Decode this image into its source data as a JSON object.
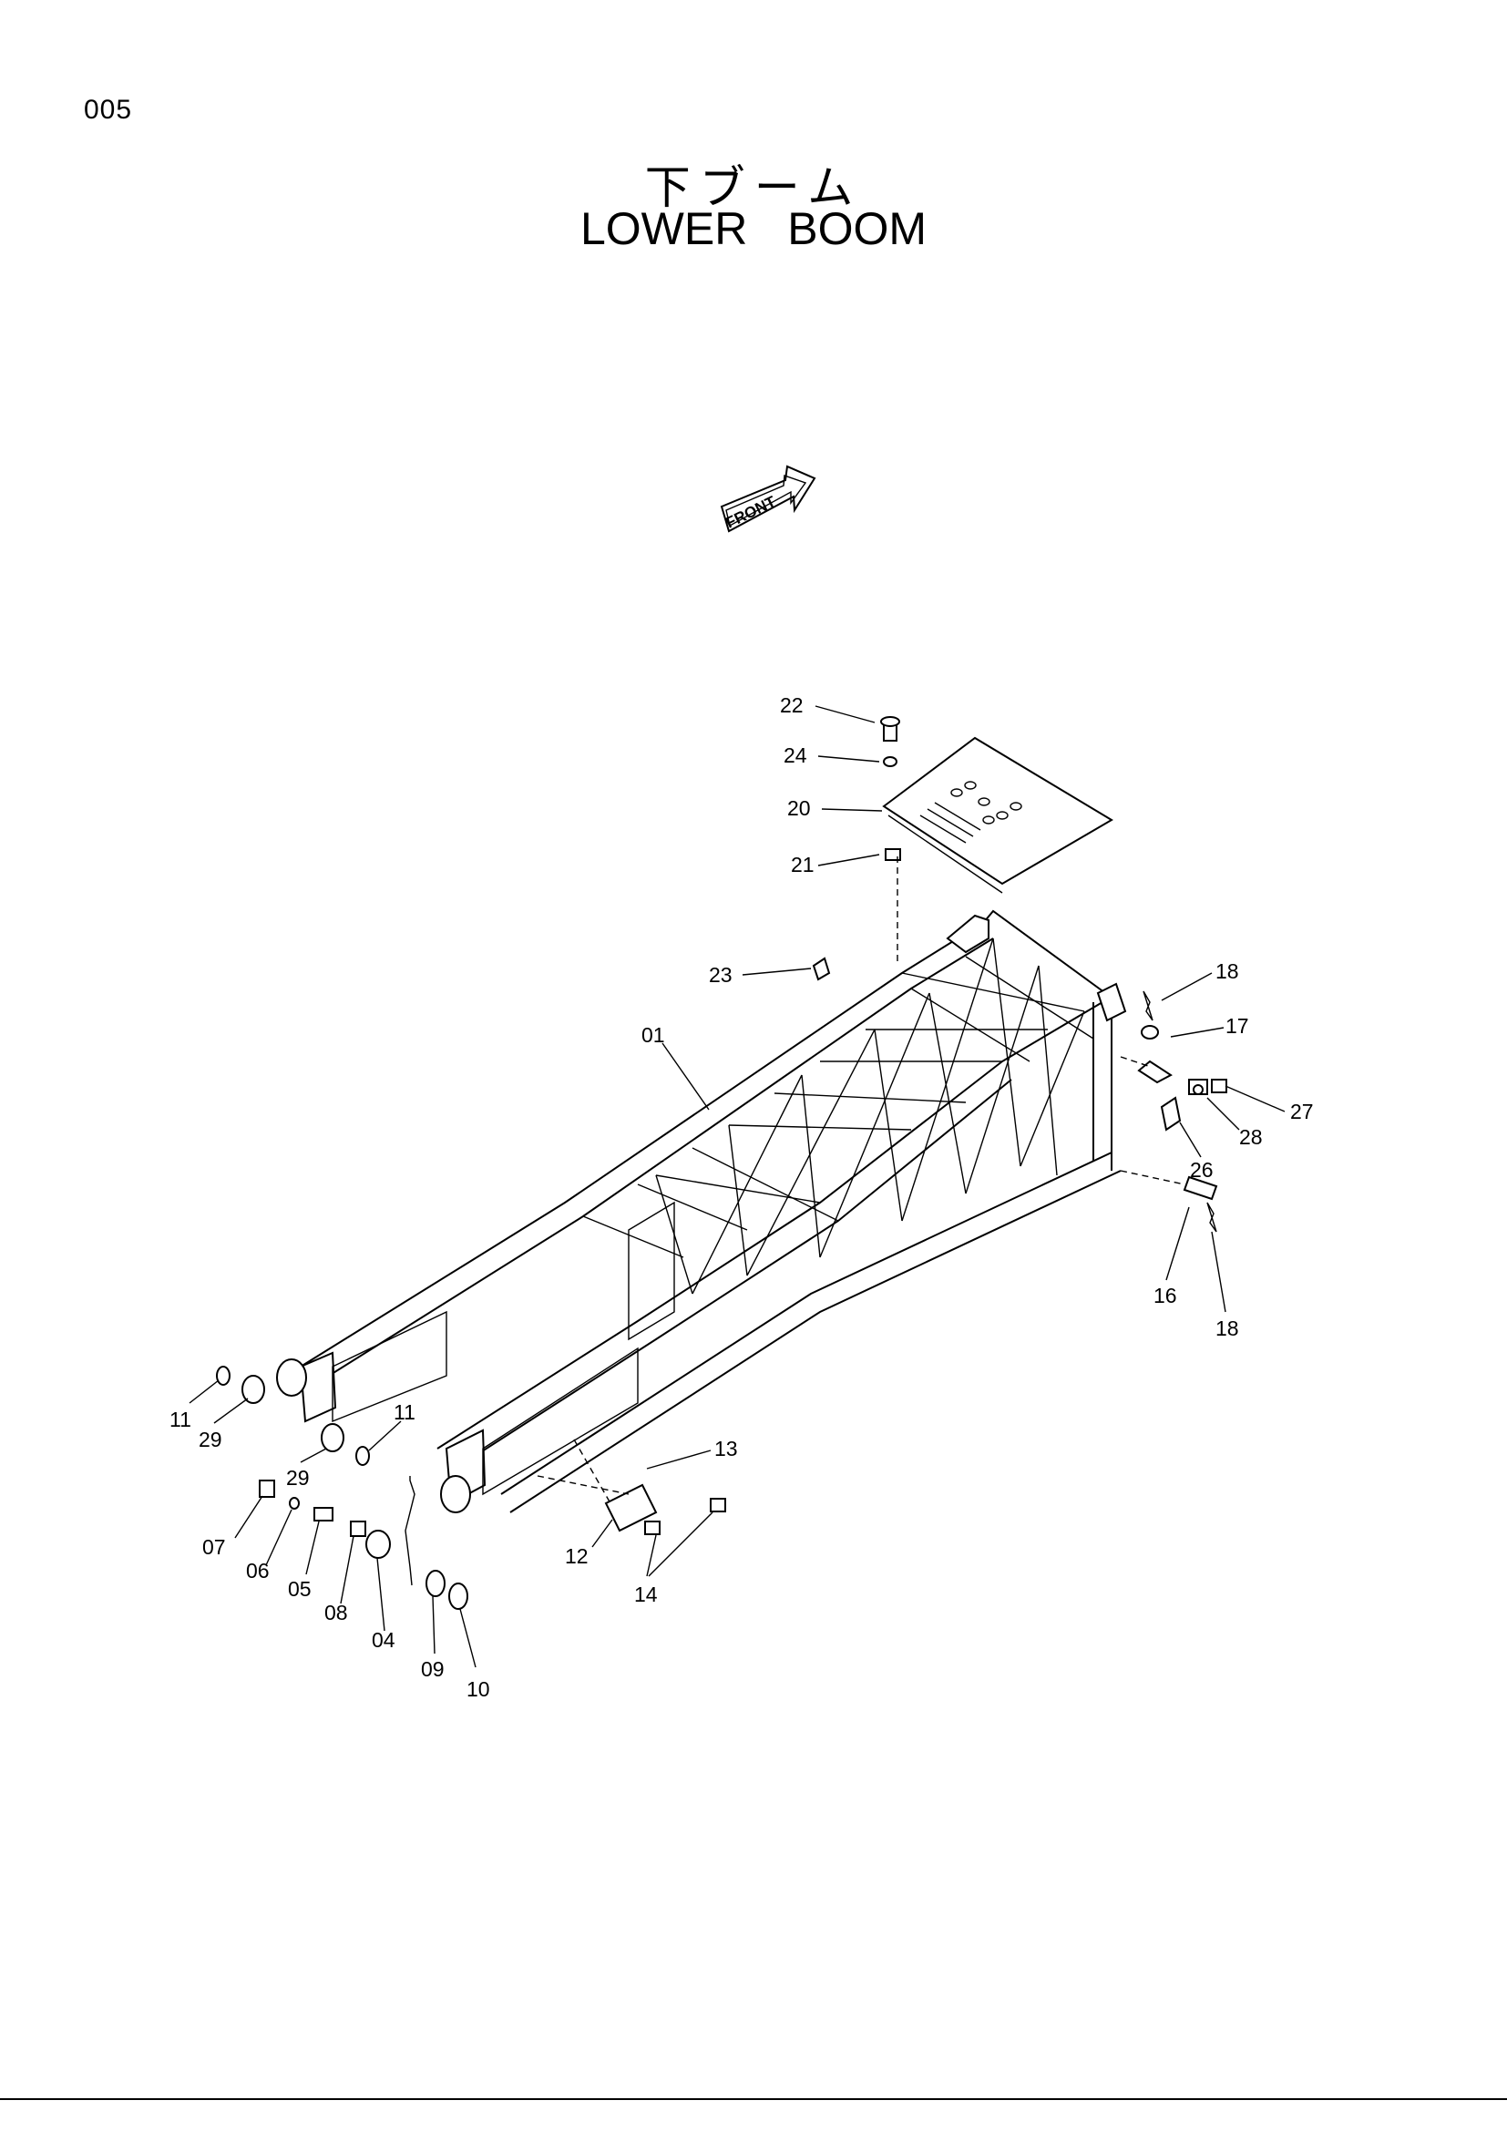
{
  "page_number": "005",
  "title_jp": "下ブーム",
  "title_en": "LOWER BOOM",
  "front_marker": "FRONT",
  "callouts": [
    "22",
    "24",
    "20",
    "21",
    "23",
    "01",
    "18",
    "17",
    "27",
    "28",
    "26",
    "16",
    "18",
    "13",
    "11",
    "29",
    "11",
    "29",
    "07",
    "06",
    "05",
    "08",
    "04",
    "09",
    "10",
    "12",
    "14"
  ]
}
